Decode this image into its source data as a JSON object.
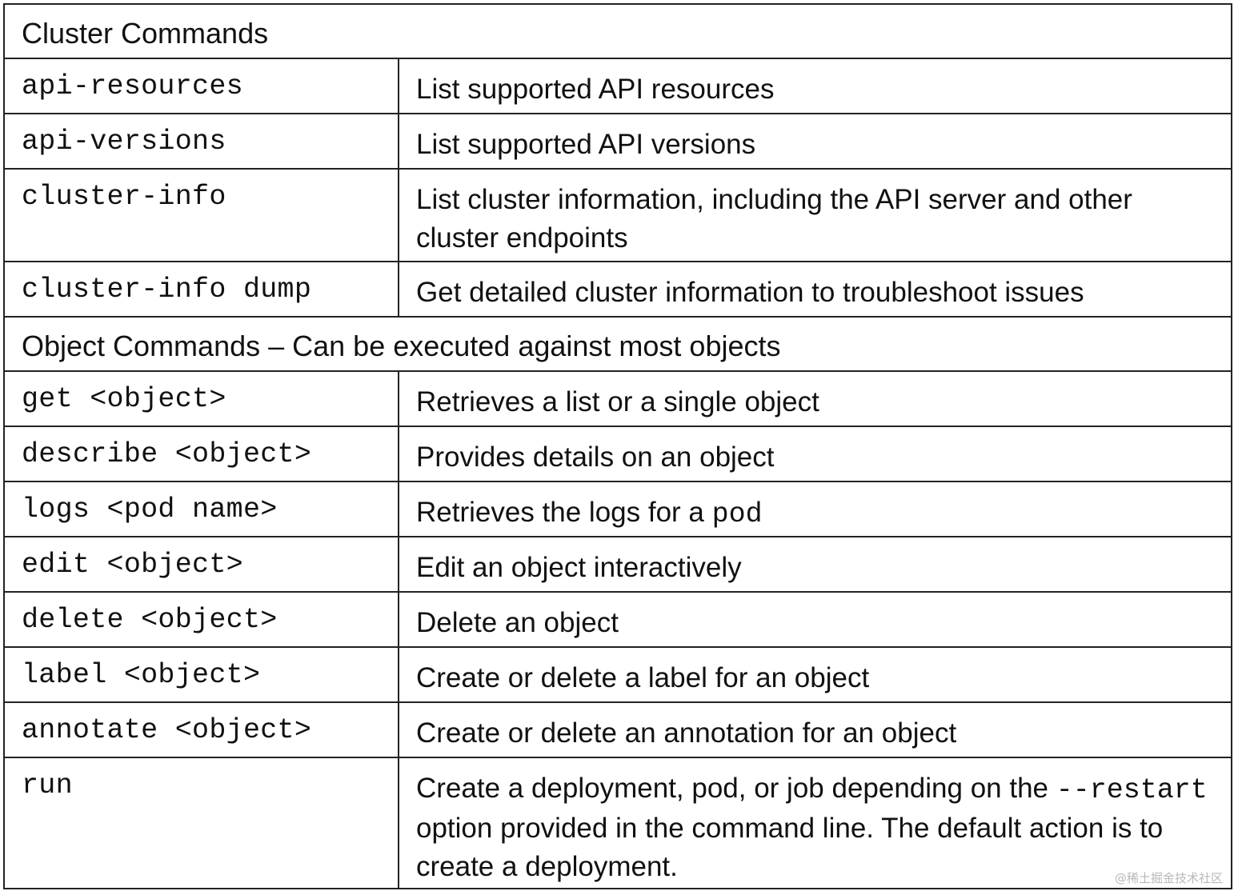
{
  "sections": [
    {
      "title": "Cluster Commands"
    },
    {
      "title": "Object Commands – Can be executed against most objects"
    }
  ],
  "cluster_rows": [
    {
      "command": "api-resources",
      "description": "List supported API resources"
    },
    {
      "command": "api-versions",
      "description": "List supported API versions"
    },
    {
      "command": "cluster-info",
      "description": "List cluster information, including the API server and other cluster endpoints"
    },
    {
      "command": "cluster-info dump",
      "description": "Get detailed cluster information to troubleshoot issues"
    }
  ],
  "object_rows": [
    {
      "command": "get <object>",
      "description": "Retrieves a list or a single object"
    },
    {
      "command": "describe <object>",
      "description": "Provides details on an object"
    },
    {
      "command": "logs <pod name>",
      "description_prefix": "Retrieves the logs for a ",
      "description_code": "pod"
    },
    {
      "command": "edit <object>",
      "description": "Edit an object interactively"
    },
    {
      "command": "delete <object>",
      "description": "Delete an object"
    },
    {
      "command": "label <object>",
      "description": "Create or delete a label for an object"
    },
    {
      "command": "annotate <object>",
      "description": "Create or delete an annotation for an object"
    },
    {
      "command": "run",
      "description_prefix": "Create a deployment, pod, or job depending on the ",
      "description_code": "--restart",
      "description_suffix": " option provided in the command line. The default action is to create a deployment."
    }
  ],
  "watermark": "@稀土掘金技术社区"
}
